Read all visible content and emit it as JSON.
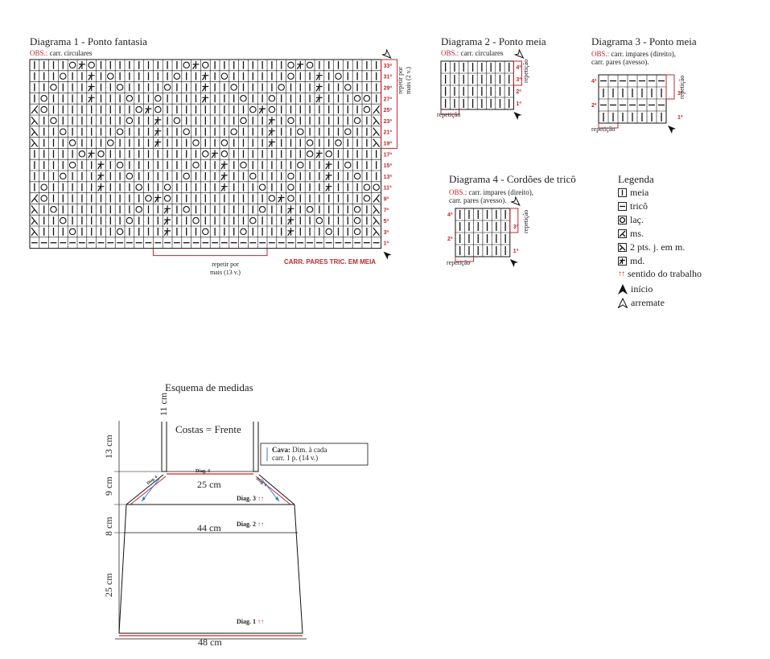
{
  "diagram1": {
    "title": "Diagrama 1 - Ponto fantasia",
    "obs_label": "OBS.:",
    "obs_text": "carr. circulares",
    "repeat_bottom": [
      "repetir por",
      "mais (13 v.)"
    ],
    "repeat_side": [
      "repetir por",
      "mais (2 v.)"
    ],
    "carr_note": "CARR. PARES TRIC. EM MEIA",
    "row_labels": [
      "33ª",
      "31ª",
      "29ª",
      "27ª",
      "25ª",
      "23ª",
      "21ª",
      "19ª",
      "17ª",
      "15ª",
      "13ª",
      "11ª",
      "9ª",
      "7ª",
      "5ª",
      "3ª",
      "1ª"
    ],
    "rows": [
      "IIIIOAOIIIIIIIIIOAOIIIIIIIIOAOIIIIIII",
      "IIIOIIAIOIIIIIIOIIAIOIIIIIIOIIAIOIIII",
      "IIOIIIAIIOIIIIOIIIAIIOIIIIOIIIAIIOIII",
      "IOIIIIAIIIOIIOIIIIAIIIOIIOIIIIAIIIOOI",
      "KOIIIIIIIIIOAOIIIIIIIIIOAOIIIIIIIIIOK",
      "ZIOIIIIIIIOIIAIOIIIIIIOIIAIOIIIIIIOIZ",
      "ZIIOIIIIIOIIIAIIOIIIIOIIIAIIOIIIIOIIZ",
      "ZIIIOIIIOIIIIAIIIOIIOIIIIAIIIOIIOIIIZ",
      "IIIIIOAOIIIIIIIIIIOAOIIIIIIIIOAOIIIII",
      "IIIIOIIAIOIIIIIIIOIIAIOIIIIIOIIAIOIII",
      "IIIOIIIAIIOIIIIIOIIIAIIOIIIOIIIAIIOII",
      "IOIIIIIAIIIOIIOIIIIIAIIIOIIOIIIAIIIOO",
      "KOIIIIIIIIIIOAOIIIIIIIIIIOAOIIIIIIIOK",
      "ZIOIIIIIIIIOIIAIOIIIIIIIOIIAIOIIIIOIZ",
      "ZIIOIIIIIIOIIIAIIOIIIIIOIIIAIIOIIIOIZ",
      "ZIIIOIIIIOIIIIAIIIOIIIOIIIIAIIIOIIOIZ",
      "-------------------------------------"
    ]
  },
  "diagram2": {
    "title": "Diagrama 2 - Ponto meia",
    "obs_label": "OBS.:",
    "obs_text": "carr. circulares",
    "row_labels": [
      "4ª",
      "3ª",
      "2ª",
      "1ª"
    ],
    "repeat_label": "repetição",
    "side_label": "repetição"
  },
  "diagram3": {
    "title": "Diagrama 3 - Ponto meia",
    "obs_label": "OBS.:",
    "obs_text1": "carr. impares (direito),",
    "obs_text2": "carr. pares (avesso).",
    "row_labels": [
      "4ª",
      "3ª",
      "2ª",
      "1ª"
    ],
    "repeat_label": "repetição",
    "side_label": "repetição"
  },
  "diagram4": {
    "title": "Diagrama 4 - Cordões de tricô",
    "obs_label": "OBS.:",
    "obs_text1": "carr. impares (direito),",
    "obs_text2": "carr. pares (avesso).",
    "row_labels": [
      "4ª",
      "3ª",
      "2ª",
      "1ª"
    ],
    "repeat_label": "repetição",
    "side_label": "repetição"
  },
  "legend": {
    "title": "Legenda",
    "items": [
      {
        "symbol": "I",
        "label": "meia"
      },
      {
        "symbol": "−",
        "label": "tricô"
      },
      {
        "symbol": "O",
        "label": "laç."
      },
      {
        "symbol": "K",
        "label": "ms."
      },
      {
        "symbol": "Z",
        "label": "2 pts. j. em m."
      },
      {
        "symbol": "A",
        "label": "md."
      }
    ],
    "direction_label": "sentido do trabalho",
    "start_label": "início",
    "end_label": "arremate"
  },
  "schematic": {
    "title": "Esquema de medidas",
    "piece_label": "Costas = Frente",
    "cava_bold": "Cava:",
    "cava_line1": "Dim. à cada",
    "cava_line2": "carr. 1 p. (14 v.)",
    "dim_11": "11 cm",
    "dim_13": "13 cm",
    "dim_9": "9 cm",
    "dim_8": "8 cm",
    "dim_25v": "25 cm",
    "dim_25h": "25 cm",
    "dim_44": "44 cm",
    "dim_48": "48 cm",
    "diag4": "Diag. 4",
    "diag3": "Diag. 3",
    "diag2": "Diag. 2",
    "diag1": "Diag. 1",
    "diag4_slant": "Diag. 4"
  }
}
